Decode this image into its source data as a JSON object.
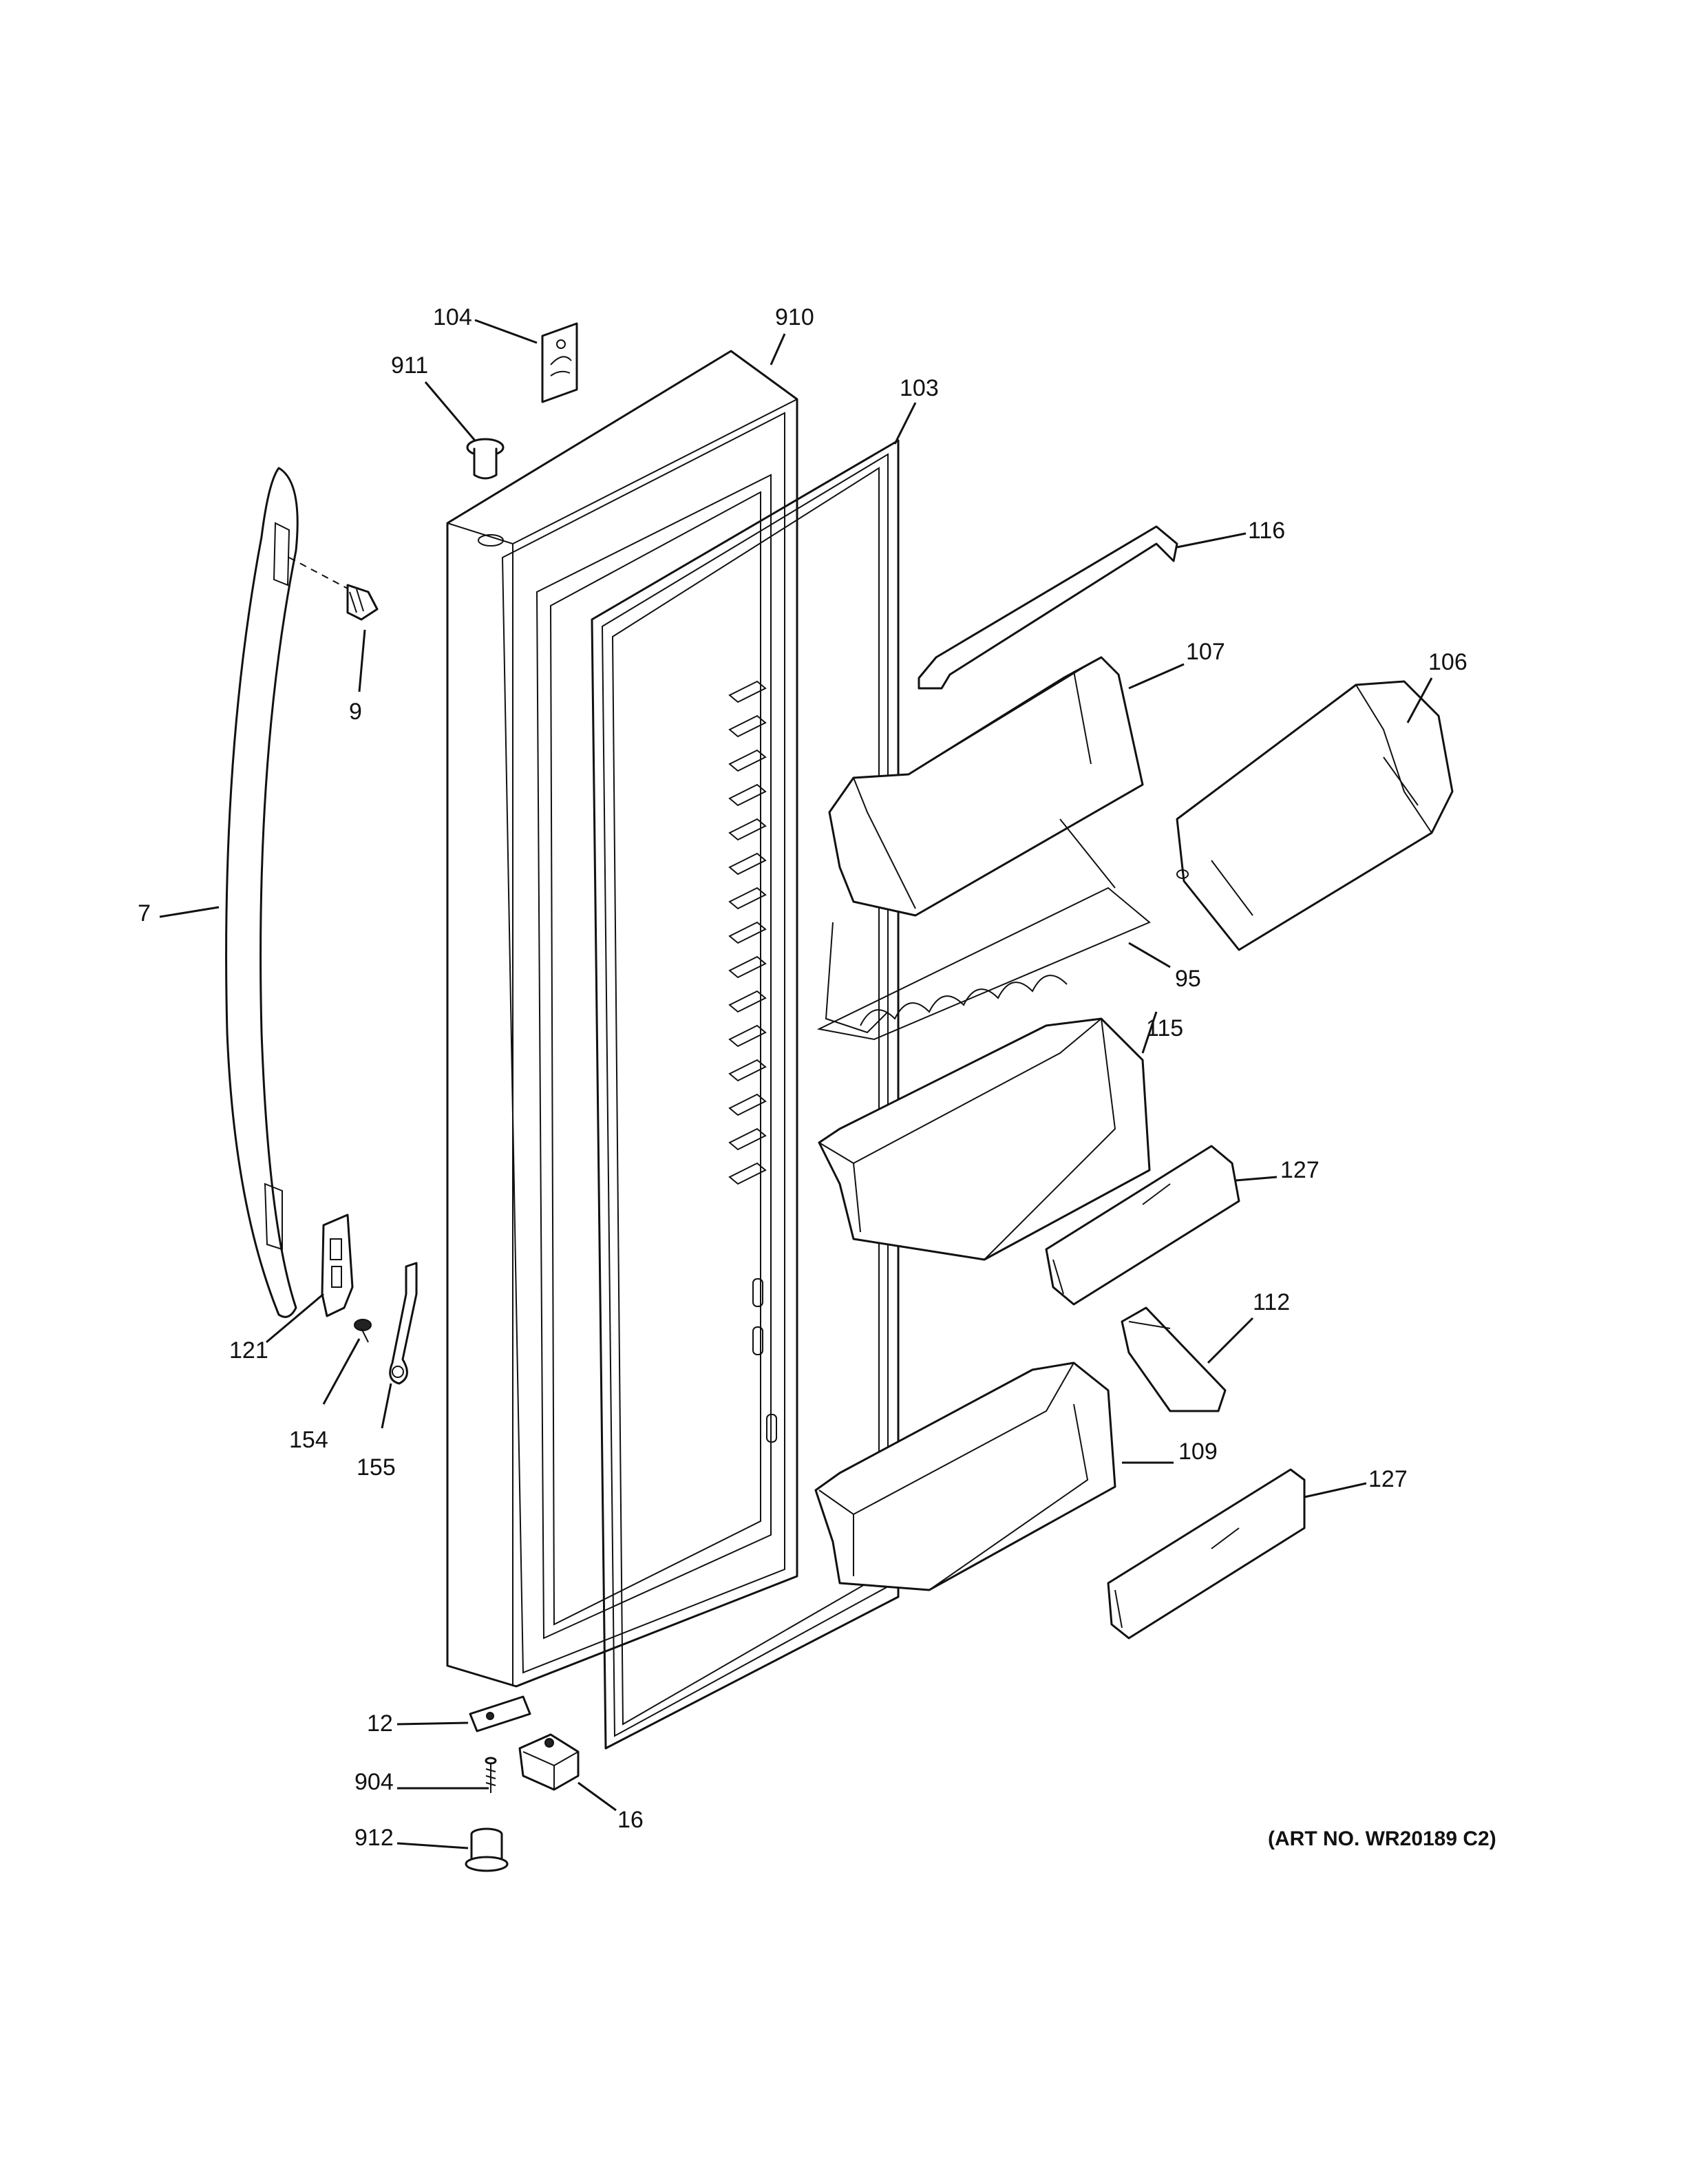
{
  "callouts": [
    {
      "id": "104",
      "label": "104"
    },
    {
      "id": "910",
      "label": "910"
    },
    {
      "id": "911",
      "label": "911"
    },
    {
      "id": "103",
      "label": "103"
    },
    {
      "id": "116",
      "label": "116"
    },
    {
      "id": "9",
      "label": "9"
    },
    {
      "id": "107",
      "label": "107"
    },
    {
      "id": "106",
      "label": "106"
    },
    {
      "id": "7",
      "label": "7"
    },
    {
      "id": "95",
      "label": "95"
    },
    {
      "id": "115",
      "label": "115"
    },
    {
      "id": "127a",
      "label": "127"
    },
    {
      "id": "112",
      "label": "112"
    },
    {
      "id": "121",
      "label": "121"
    },
    {
      "id": "154",
      "label": "154"
    },
    {
      "id": "155",
      "label": "155"
    },
    {
      "id": "109",
      "label": "109"
    },
    {
      "id": "127b",
      "label": "127"
    },
    {
      "id": "12",
      "label": "12"
    },
    {
      "id": "904",
      "label": "904"
    },
    {
      "id": "16",
      "label": "16"
    },
    {
      "id": "912",
      "label": "912"
    }
  ],
  "art_number": "(ART NO. WR20189 C2)"
}
